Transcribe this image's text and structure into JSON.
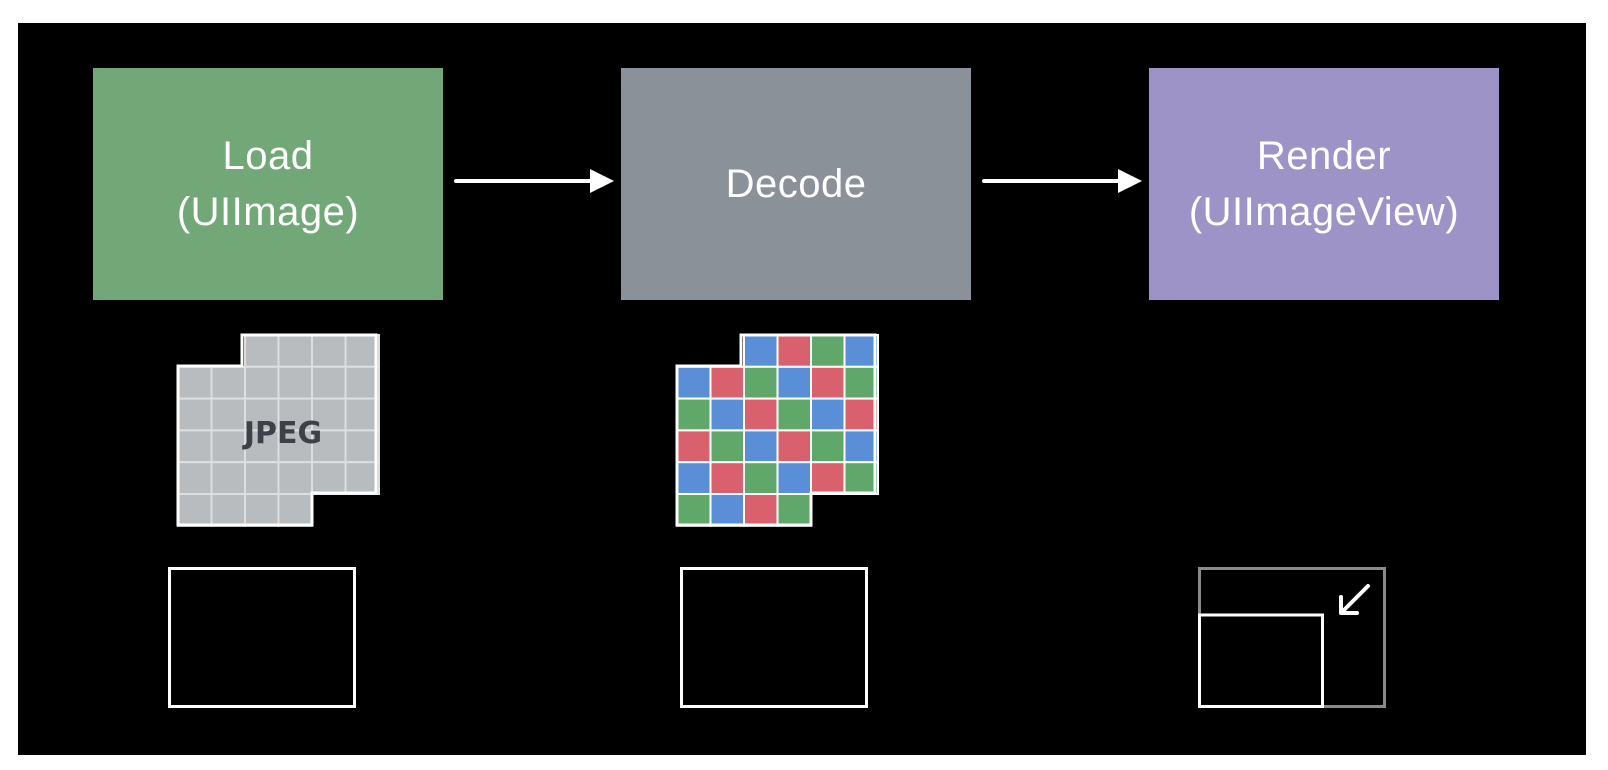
{
  "stages": [
    {
      "line1": "Load",
      "line2": "(UIImage)",
      "color": "#72a878"
    },
    {
      "line1": "Decode",
      "line2": "",
      "color": "#8a9199"
    },
    {
      "line1": "Render",
      "line2": "(UIImageView)",
      "color": "#9d93c6"
    }
  ],
  "encoded_image": {
    "label": "JPEG",
    "fill": "#b9bcbf",
    "grid_color": "#dcdee0"
  },
  "decoded_image": {
    "pixel_colors": [
      "#d9616e",
      "#5fa86a",
      "#5a8ed6"
    ]
  },
  "colors": {
    "background": "#000000",
    "arrow": "#ffffff",
    "frame": "#ffffff",
    "frame_dim": "#8a8a8a"
  },
  "icons": [
    "arrow-right-icon",
    "resize-arrow-icon"
  ]
}
